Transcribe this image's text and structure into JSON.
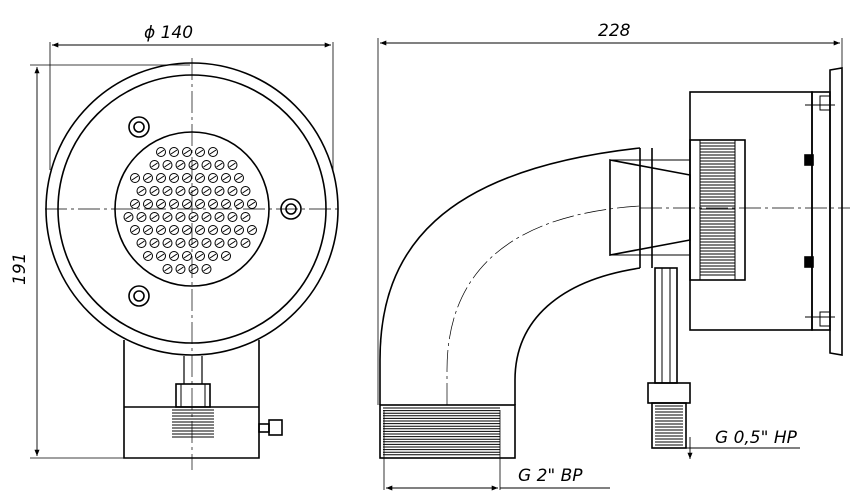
{
  "dimensions": {
    "front_diameter": "ϕ 140",
    "front_height": "191",
    "side_length": "228",
    "pipe_thread": "G 2\" ВР",
    "nozzle_thread": "G 0,5\" НР"
  }
}
